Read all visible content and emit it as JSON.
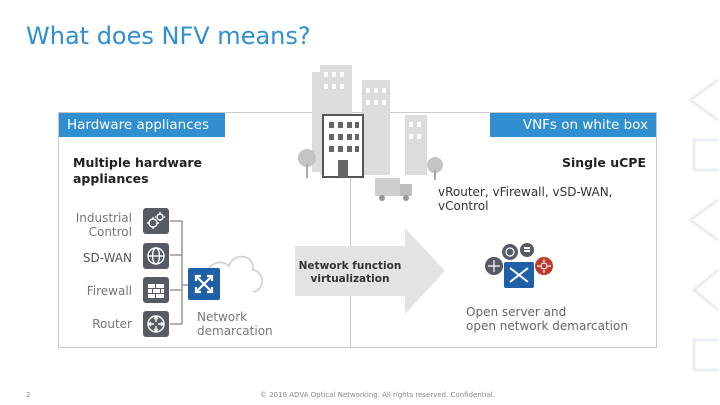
{
  "slide": {
    "title": "What does NFV means?"
  },
  "left_panel": {
    "header": "Hardware appliances",
    "subtitle_line1": "Multiple hardware",
    "subtitle_line2": "appliances",
    "appliances": [
      {
        "label_line1": "Industrial",
        "label_line2": "Control",
        "icon": "gears-icon"
      },
      {
        "label_line1": "SD-WAN",
        "label_line2": "",
        "icon": "wan-globe-icon"
      },
      {
        "label_line1": "Firewall",
        "label_line2": "",
        "icon": "firewall-icon"
      },
      {
        "label_line1": "Router",
        "label_line2": "",
        "icon": "router-icon"
      }
    ],
    "demarc_line1": "Network",
    "demarc_line2": "demarcation"
  },
  "arrow": {
    "line1": "Network function",
    "line2": "virtualization"
  },
  "right_panel": {
    "header": "VNFs on white box",
    "subtitle": "Single uCPE",
    "vnf_line1": "vRouter, vFirewall, vSD-WAN,",
    "vnf_line2": "vControl",
    "ucpe_line1": "Open server and",
    "ucpe_line2": "open network demarcation"
  },
  "footer": {
    "page_number": "2",
    "copyright": "© 2018 ADVA Optical Networking. All rights reserved. Confidential."
  },
  "colors": {
    "accent": "#2f8fd1",
    "icon_bg": "#555a63",
    "demarc_blue": "#1f5fa8"
  }
}
